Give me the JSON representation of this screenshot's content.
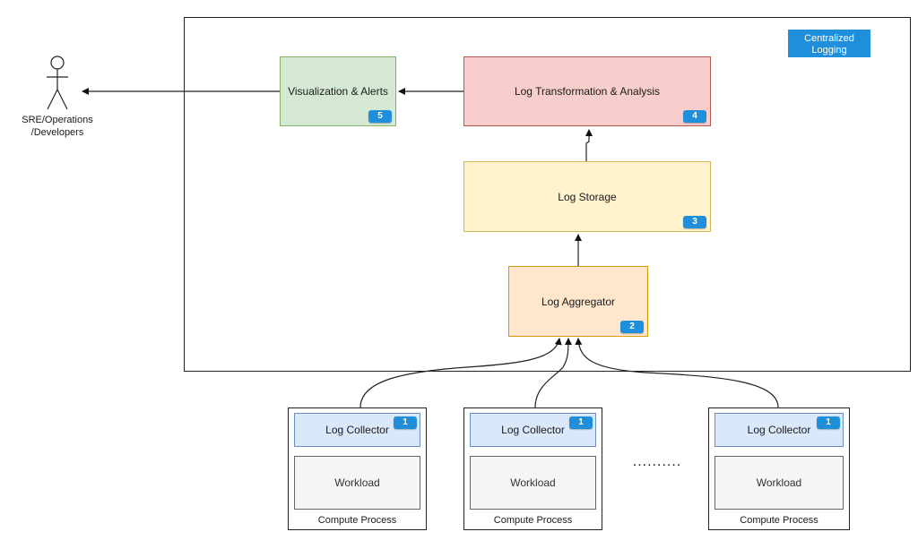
{
  "container": {
    "tag_line1": "Centralized",
    "tag_line2": "Logging"
  },
  "nodes": {
    "visualization": {
      "label": "Visualization & Alerts",
      "badge": "5"
    },
    "transformation": {
      "label": "Log Transformation & Analysis",
      "badge": "4"
    },
    "storage": {
      "label": "Log Storage",
      "badge": "3"
    },
    "aggregator": {
      "label": "Log Aggregator",
      "badge": "2"
    }
  },
  "actor": {
    "line1": "SRE/Operations",
    "line2": "/Developers"
  },
  "compute_processes": [
    {
      "collector_label": "Log Collector",
      "collector_badge": "1",
      "workload_label": "Workload",
      "caption": "Compute Process"
    },
    {
      "collector_label": "Log Collector",
      "collector_badge": "1",
      "workload_label": "Workload",
      "caption": "Compute Process"
    },
    {
      "collector_label": "Log Collector",
      "collector_badge": "1",
      "workload_label": "Workload",
      "caption": "Compute Process"
    }
  ],
  "ellipsis": "..........",
  "colors": {
    "visualization_fill": "#d5e8d4",
    "visualization_stroke": "#82b366",
    "transformation_fill": "#f8cecc",
    "transformation_stroke": "#b85450",
    "storage_fill": "#fff2cc",
    "storage_stroke": "#d6b656",
    "aggregator_fill": "#ffe6cc",
    "aggregator_stroke": "#d79b00",
    "collector_fill": "#dae8fc",
    "collector_stroke": "#6c8ebf",
    "workload_fill": "#f5f5f5",
    "workload_stroke": "#666666",
    "badge": "#1f8fdc"
  }
}
